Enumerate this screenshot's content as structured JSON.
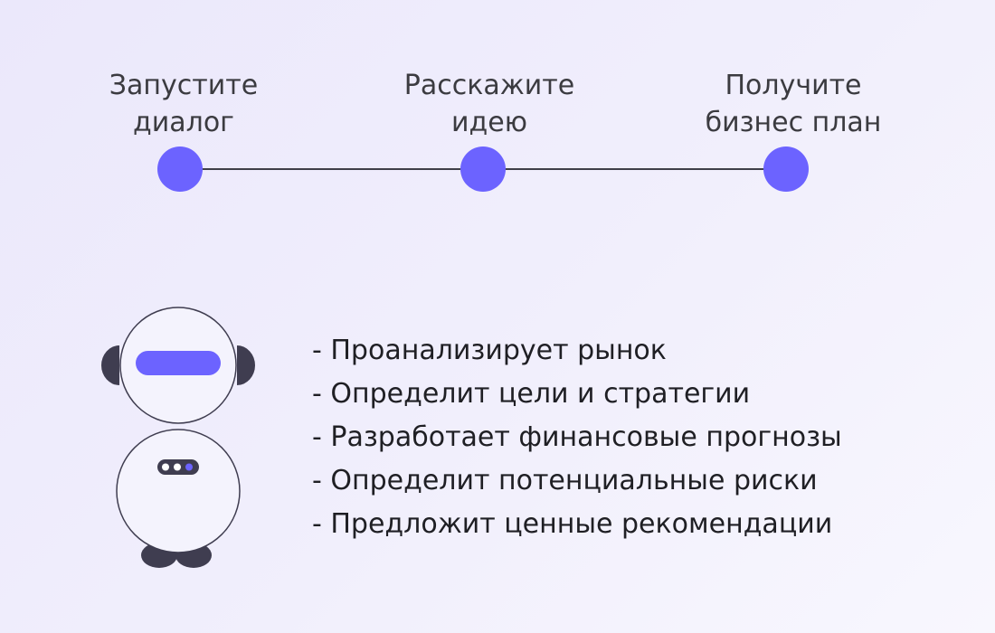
{
  "steps": [
    {
      "label": "Запустите\nдиалог"
    },
    {
      "label": "Расскажите\nидею"
    },
    {
      "label": "Получите\nбизнес план"
    }
  ],
  "benefits": [
    "- Проанализирует рынок",
    "- Определит цели и стратегии",
    "- Разработает финансовые прогнозы",
    "- Определит потенциальные риски",
    "- Предложит ценные рекомендации"
  ],
  "colors": {
    "accent": "#6c63ff",
    "dark": "#3f3d50",
    "text": "#1f1f24"
  }
}
